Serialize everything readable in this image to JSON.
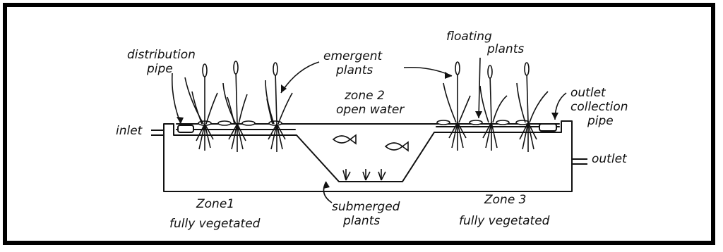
{
  "labels": {
    "distribution": "distribution",
    "pipe_left": "pipe",
    "emergent": "emergent",
    "emergent_plants": "plants",
    "floating": "floating",
    "floating_plants": "plants",
    "zone2_title": "zone 2",
    "zone2_sub": "open water",
    "outlet_top": "outlet",
    "collection": "collection",
    "pipe_right": "pipe",
    "inlet": "inlet",
    "outlet": "outlet",
    "zone1_title": "Zone1",
    "zone1_sub": "fully vegetated",
    "submerged": "submerged",
    "submerged_plants": "plants",
    "zone3_title": "Zone 3",
    "zone3_sub": "fully vegetated"
  }
}
